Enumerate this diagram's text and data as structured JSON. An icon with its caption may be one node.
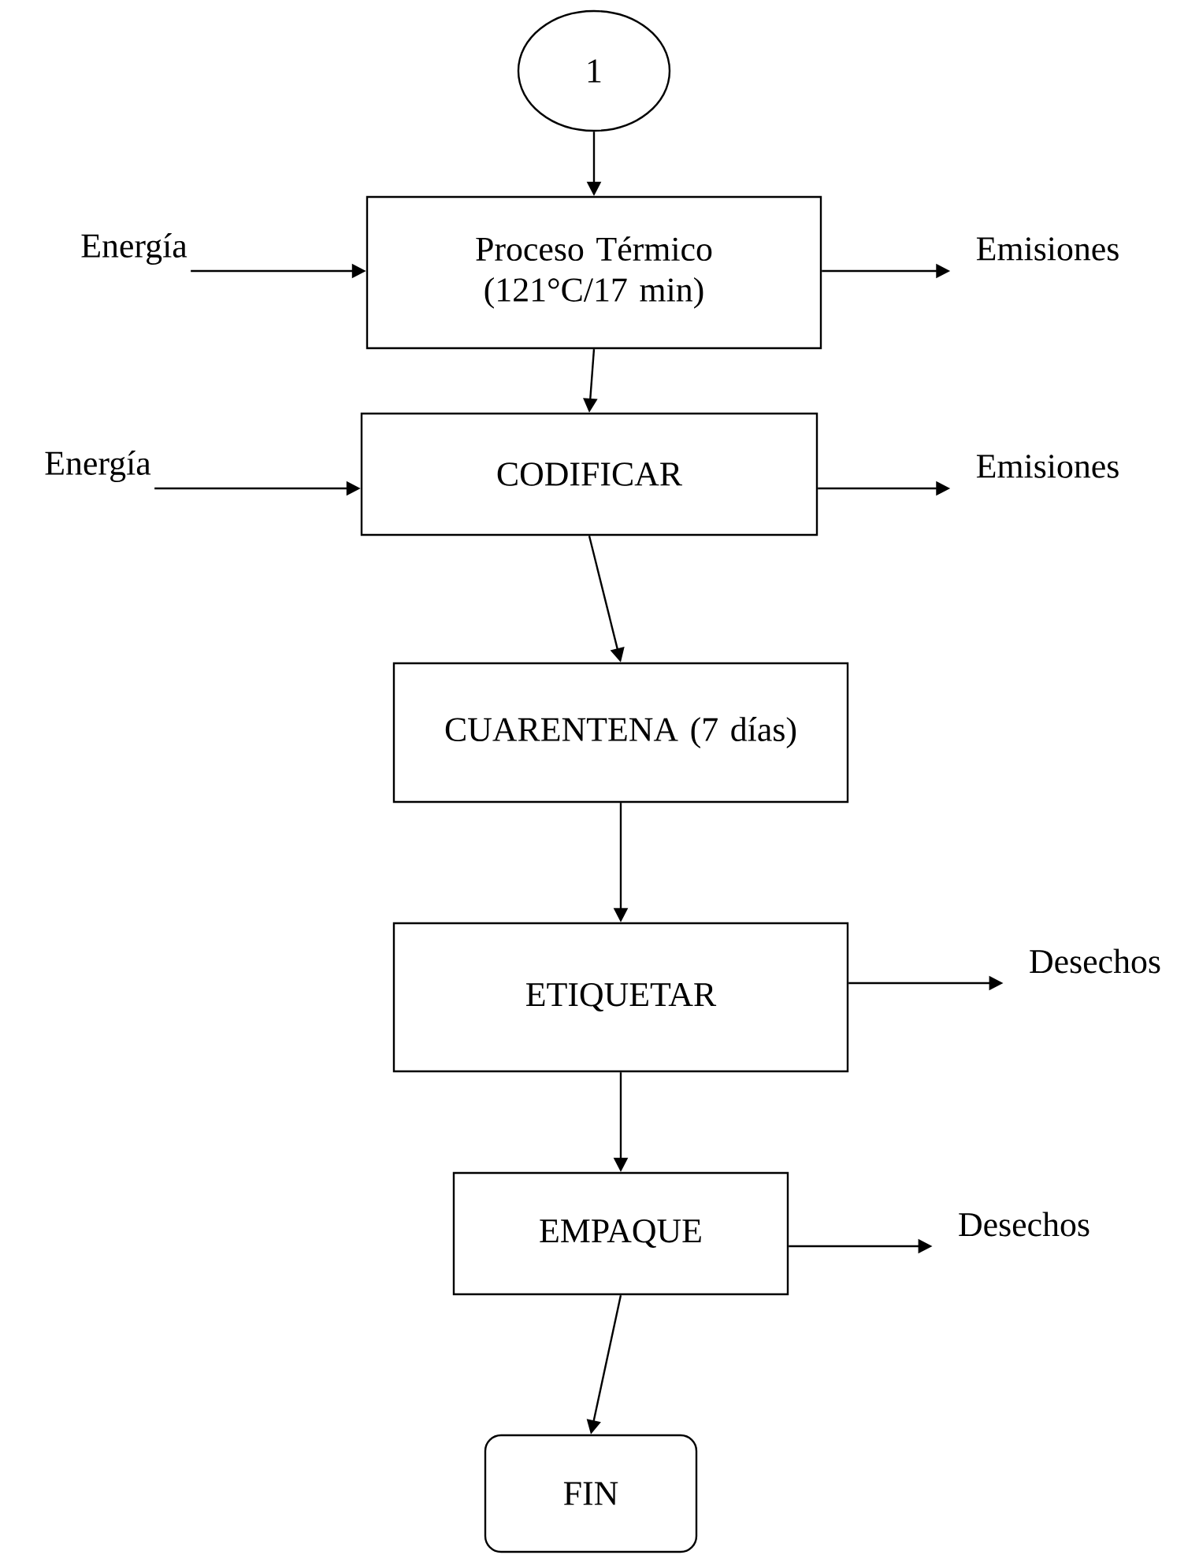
{
  "diagram": {
    "nodes": [
      {
        "text": [
          "1"
        ]
      },
      {
        "text": [
          "Energía"
        ]
      },
      {
        "text": [
          "Proceso Térmico (121°C/17 min)"
        ]
      },
      {
        "text": [
          "Emisiones"
        ]
      },
      {
        "text": [
          "Energía"
        ]
      },
      {
        "text": [
          "CODIFICAR"
        ]
      },
      {
        "text": [
          "Emisiones"
        ]
      },
      {
        "text": [
          "CUARENTENA (7 días)"
        ]
      },
      {
        "text": [
          "ETIQUETAR"
        ]
      },
      {
        "text": [
          "Desechos"
        ]
      },
      {
        "text": [
          "EMPAQUE"
        ]
      },
      {
        "text": [
          "Desechos"
        ]
      },
      {
        "text": [
          "FIN"
        ]
      }
    ],
    "edges": [
      {
        "from": 0,
        "to": 2,
        "arrow": "to"
      },
      {
        "from": 1,
        "to": 2,
        "arrow": "to"
      },
      {
        "from": 2,
        "to": 3,
        "arrow": "to"
      },
      {
        "from": 2,
        "to": 5,
        "arrow": "to"
      },
      {
        "from": 4,
        "to": 5,
        "arrow": "to"
      },
      {
        "from": 5,
        "to": 6,
        "arrow": "to"
      },
      {
        "from": 5,
        "to": 7,
        "arrow": "to"
      },
      {
        "from": 7,
        "to": 8,
        "arrow": "to"
      },
      {
        "from": 8,
        "to": 9,
        "arrow": "to"
      },
      {
        "from": 8,
        "to": 10,
        "arrow": "to"
      },
      {
        "from": 10,
        "to": 11,
        "arrow": "to"
      },
      {
        "from": 10,
        "to": 12,
        "arrow": "to"
      }
    ]
  }
}
